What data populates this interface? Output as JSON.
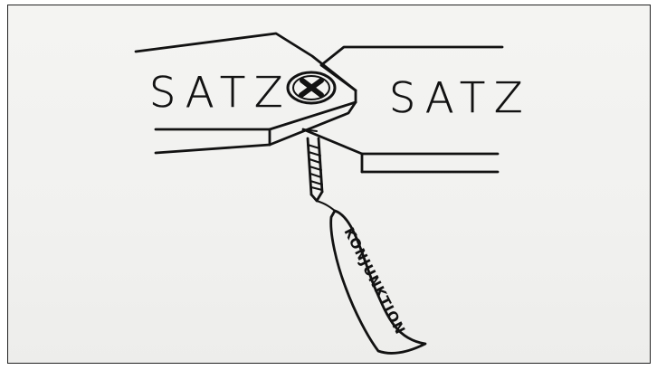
{
  "diagram": {
    "left_board_label": "SATZ",
    "right_board_label": "SATZ",
    "tag_label": "KONJUNKTION"
  },
  "icons": {
    "screw": "screw-icon",
    "tag": "label-tag"
  }
}
